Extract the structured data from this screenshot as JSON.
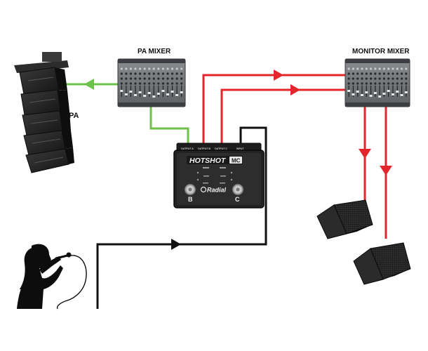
{
  "labels": {
    "pa_mixer": "PA MIXER",
    "monitor_mixer": "MONITOR MIXER",
    "pa": "PA"
  },
  "hotshot": {
    "name": "HOTSHOT",
    "model": "MC",
    "brand": "Radial",
    "footswitch_b": "B",
    "footswitch_c": "C",
    "jack_labels": [
      "OUTPUT A",
      "OUTPUT B",
      "OUTPUT C",
      "INPUT"
    ]
  },
  "colors": {
    "green_line": "#6cc24a",
    "red_line": "#e3262b",
    "black_line": "#111111"
  },
  "icons": [
    "line-array-speaker-icon",
    "mixer-console-icon",
    "stage-monitor-icon",
    "singer-silhouette-icon",
    "footswitch-icon"
  ]
}
